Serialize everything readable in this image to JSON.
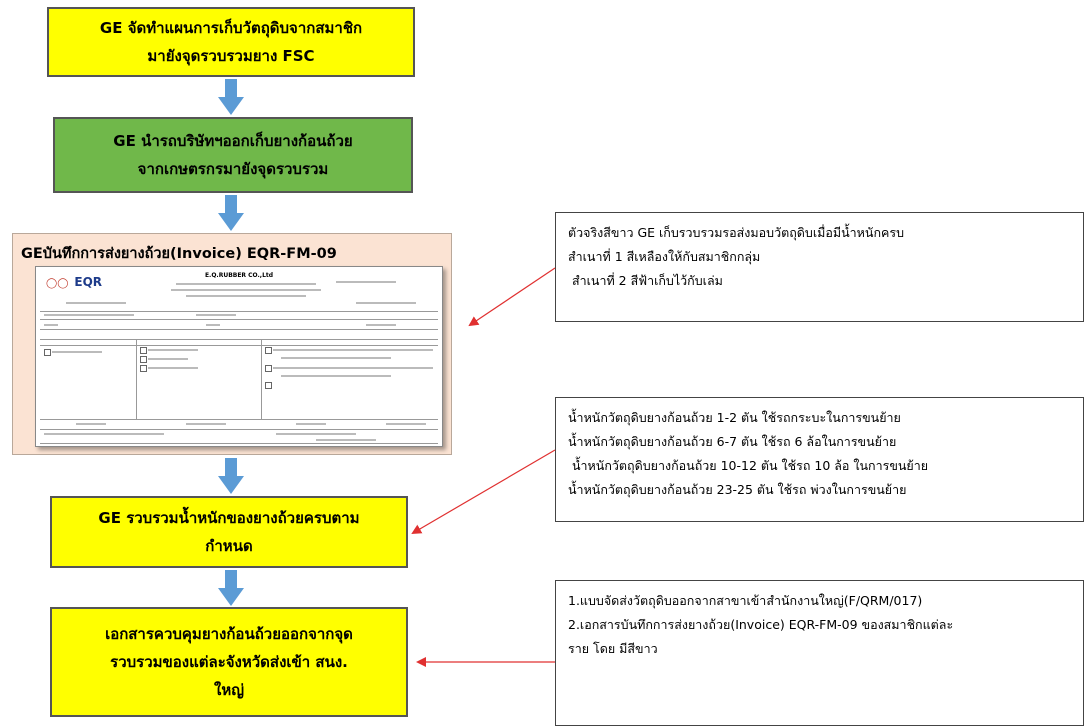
{
  "flow": {
    "step1": [
      "GE จัดทำแผนการเก็บวัตถุดิบจากสมาชิก",
      "มายังจุดรวบรวมยาง FSC"
    ],
    "step2": [
      "GE นำรถบริษัทฯออกเก็บยางก้อนถ้วย",
      "จากเกษตรกรมายังจุดรวบรวม"
    ],
    "step3_title": "GEบันทึกการส่งยางถ้วย(Invoice) EQR-FM-09",
    "step4": [
      "GE รวบรวมน้ำหนักของยางถ้วยครบตาม",
      "กำหนด"
    ],
    "step5": [
      "เอกสารควบคุมยางก้อนถ้วยออกจากจุด",
      "รวบรวมของแต่ละจังหวัดส่งเข้า สนง.",
      "ใหญ่"
    ]
  },
  "invoice": {
    "logo": "EQR",
    "company": "E.Q.RUBBER CO.,Ltd"
  },
  "notes": {
    "note1": [
      "ตัวจริงสีขาว GE เก็บรวบรวมรอส่งมอบวัตถุดิบเมื่อมีน้ำหนักครบ",
      "สำเนาที่ 1 สีเหลืองให้กับสมาชิกกลุ่ม",
      " สำเนาที่ 2 สีฟ้าเก็บไว้กับเล่ม"
    ],
    "note2": [
      "น้ำหนักวัตถุดิบยางก้อนถ้วย 1-2 ตัน ใช้รถกระบะในการขนย้าย",
      "น้ำหนักวัตถุดิบยางก้อนถ้วย 6-7 ตัน ใช้รถ 6 ล้อในการขนย้าย",
      " น้ำหนักวัตถุดิบยางก้อนถ้วย 10-12 ตัน ใช้รถ 10 ล้อ ในการขนย้าย",
      "น้ำหนักวัตถุดิบยางก้อนถ้วย 23-25 ตัน ใช้รถ พ่วงในการขนย้าย"
    ],
    "note3": [
      "1.แบบจัดส่งวัตถุดิบออกจากสาขาเข้าสำนักงานใหญ่(F/QRM/017)",
      "2.เอกสารบันทึกการส่งยางถ้วย(Invoice) EQR-FM-09 ของสมาชิกแต่ละ",
      "ราย โดย มีสีขาว"
    ]
  },
  "colors": {
    "yellow": "#ffff00",
    "green": "#70b84a",
    "arrow_blue": "#5b9bd5",
    "connector_red": "#e03030"
  }
}
